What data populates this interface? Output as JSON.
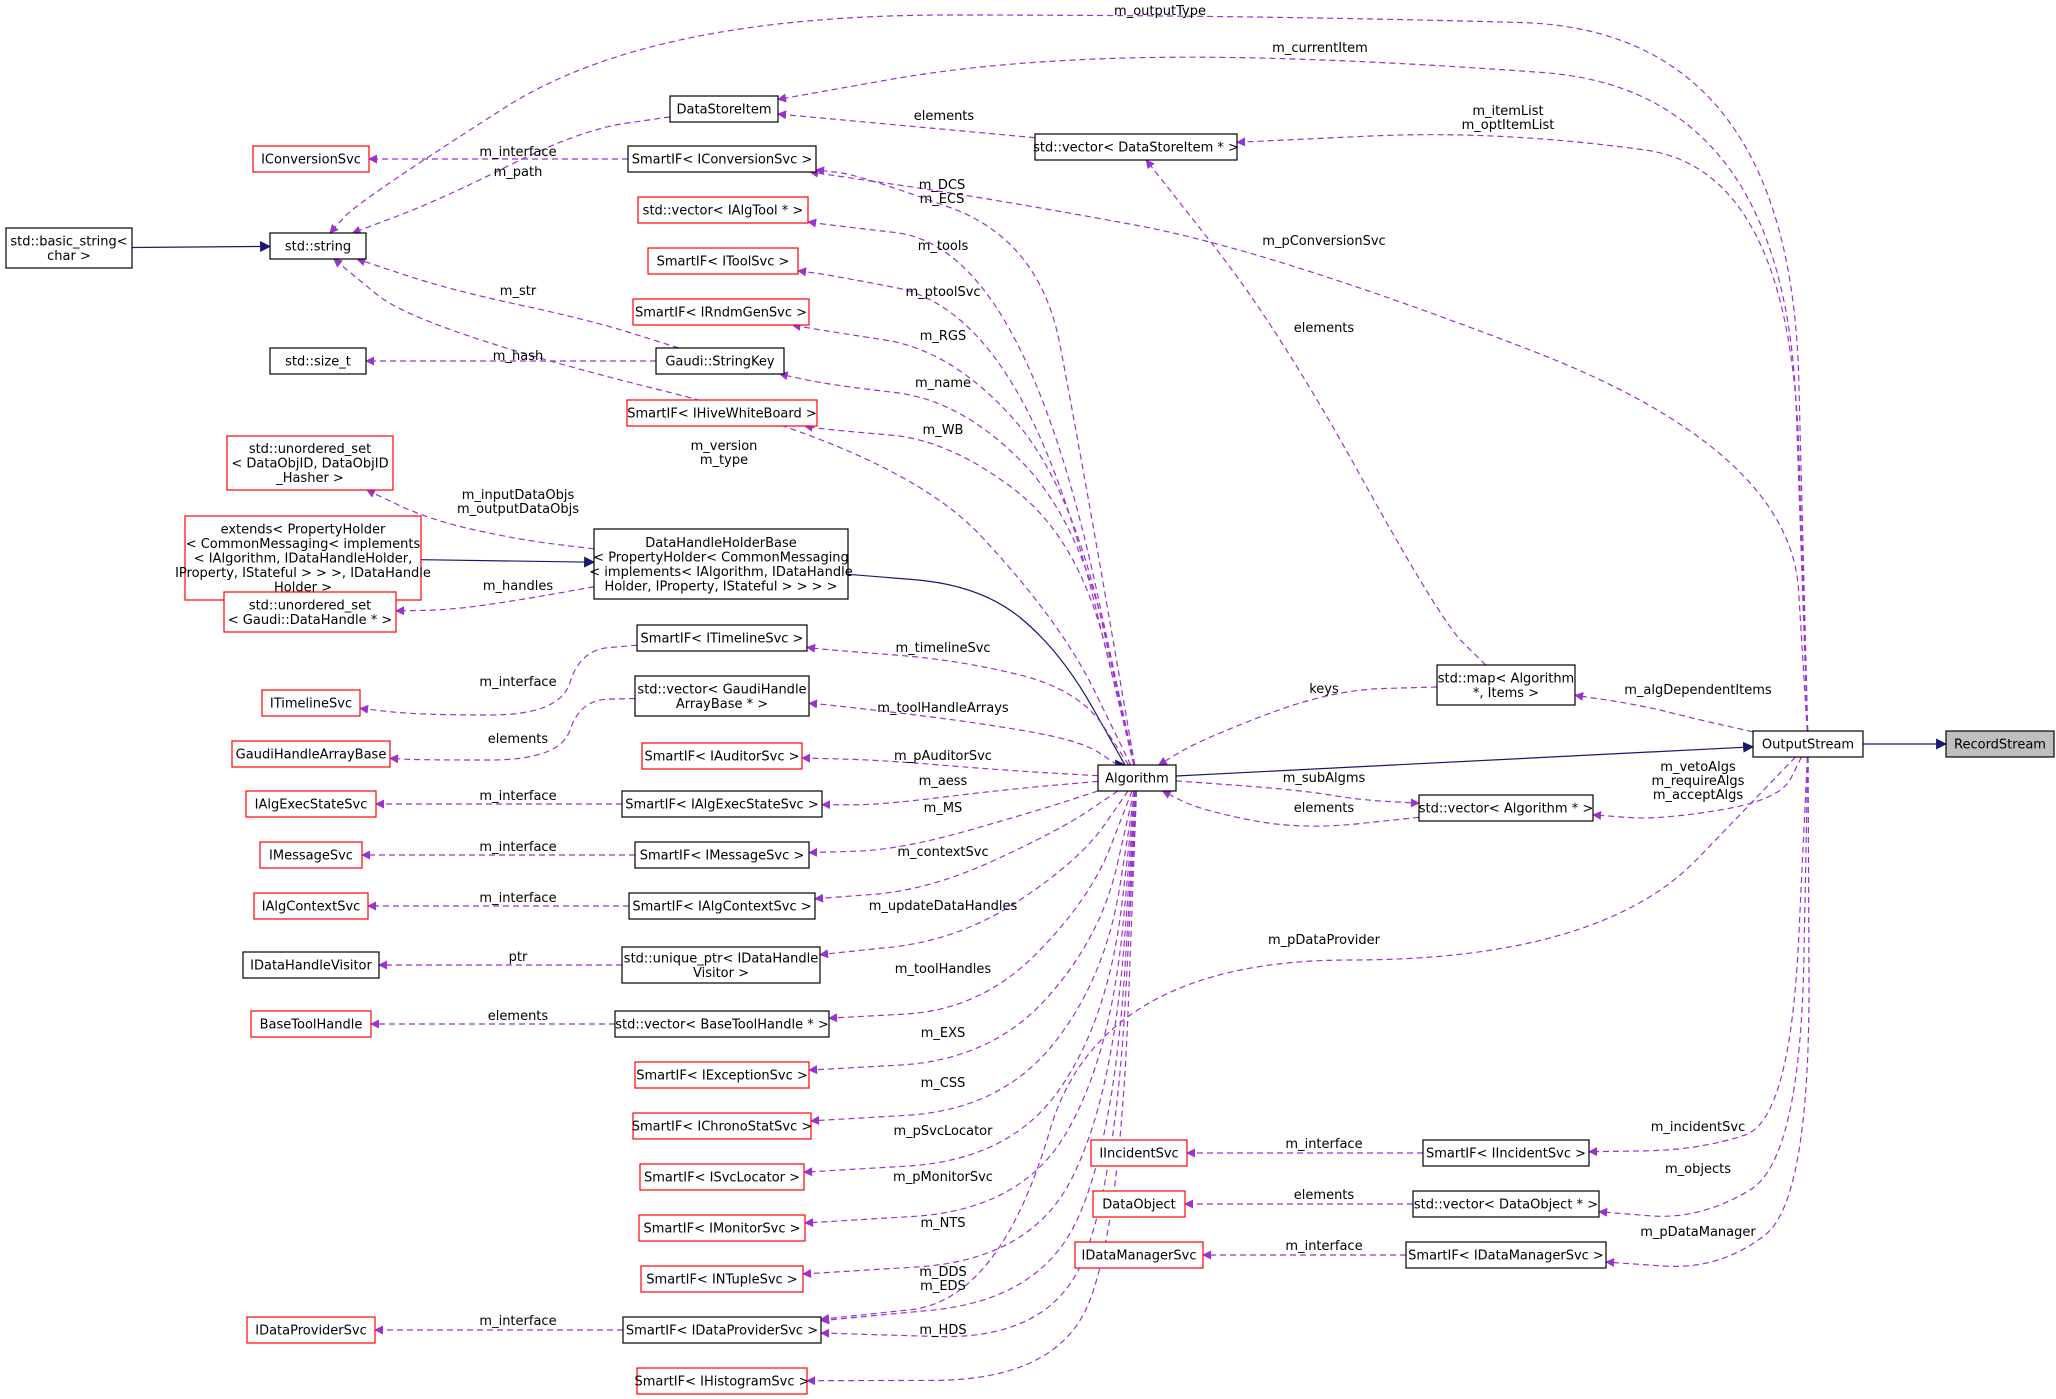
{
  "colors": {
    "usage_edge": "#9a32cd",
    "inherit_edge": "#191970",
    "normal_border": "#000000",
    "undocumented_border": "#ff0000",
    "focus_fill": "#bfbfbf"
  },
  "nodes": [
    {
      "id": "record_stream",
      "lines": [
        "RecordStream"
      ],
      "style": "focus"
    },
    {
      "id": "output_stream",
      "lines": [
        "OutputStream"
      ],
      "style": "normal"
    },
    {
      "id": "algorithm",
      "lines": [
        "Algorithm"
      ],
      "style": "normal"
    },
    {
      "id": "data_handle_holder_base",
      "lines": [
        "DataHandleHolderBase",
        "< PropertyHolder< CommonMessaging",
        "< implements< IAlgorithm, IDataHandle",
        "Holder, IProperty, IStateful > > > >"
      ],
      "style": "normal"
    },
    {
      "id": "extends_property_holder",
      "lines": [
        "extends< PropertyHolder",
        "< CommonMessaging< implements",
        "< IAlgorithm, IDataHandleHolder,",
        "IProperty, IStateful > > >, IDataHandle",
        "Holder >"
      ],
      "style": "undocumented"
    },
    {
      "id": "data_store_item",
      "lines": [
        "DataStoreItem"
      ],
      "style": "normal"
    },
    {
      "id": "std_string",
      "lines": [
        "std::string"
      ],
      "style": "normal"
    },
    {
      "id": "std_basic_string",
      "lines": [
        "std::basic_string<",
        "char >"
      ],
      "style": "normal"
    },
    {
      "id": "iconversion_svc",
      "lines": [
        "IConversionSvc"
      ],
      "style": "undocumented"
    },
    {
      "id": "smartif_iconversion_svc",
      "lines": [
        "SmartIF< IConversionSvc >"
      ],
      "style": "normal"
    },
    {
      "id": "vector_datastoreitem",
      "lines": [
        "std::vector< DataStoreItem * >"
      ],
      "style": "normal"
    },
    {
      "id": "vector_ialgtool",
      "lines": [
        "std::vector< IAlgTool * >"
      ],
      "style": "undocumented"
    },
    {
      "id": "smartif_itoolsvc",
      "lines": [
        "SmartIF< IToolSvc >"
      ],
      "style": "undocumented"
    },
    {
      "id": "smartif_irndmgensvc",
      "lines": [
        "SmartIF< IRndmGenSvc >"
      ],
      "style": "undocumented"
    },
    {
      "id": "std_size_t",
      "lines": [
        "std::size_t"
      ],
      "style": "normal"
    },
    {
      "id": "gaudi_stringkey",
      "lines": [
        "Gaudi::StringKey"
      ],
      "style": "normal"
    },
    {
      "id": "smartif_ihivewhiteboard",
      "lines": [
        "SmartIF< IHiveWhiteBoard >"
      ],
      "style": "undocumented"
    },
    {
      "id": "unordered_set_dataobjid",
      "lines": [
        "std::unordered_set",
        "< DataObjID, DataObjID",
        "_Hasher >"
      ],
      "style": "undocumented"
    },
    {
      "id": "unordered_set_datahandle",
      "lines": [
        "std::unordered_set",
        "< Gaudi::DataHandle * >"
      ],
      "style": "undocumented"
    },
    {
      "id": "smartif_itimelinesvc",
      "lines": [
        "SmartIF< ITimelineSvc >"
      ],
      "style": "normal"
    },
    {
      "id": "itimelinesvc",
      "lines": [
        "ITimelineSvc"
      ],
      "style": "undocumented"
    },
    {
      "id": "vector_gaudihandlearraybase",
      "lines": [
        "std::vector< GaudiHandle",
        "ArrayBase * >"
      ],
      "style": "normal"
    },
    {
      "id": "gaudihandlearraybase",
      "lines": [
        "GaudiHandleArrayBase"
      ],
      "style": "undocumented"
    },
    {
      "id": "smartif_iauditorsvc",
      "lines": [
        "SmartIF< IAuditorSvc >"
      ],
      "style": "undocumented"
    },
    {
      "id": "ialgexecstatesvc",
      "lines": [
        "IAlgExecStateSvc"
      ],
      "style": "undocumented"
    },
    {
      "id": "smartif_ialgexecstatesvc",
      "lines": [
        "SmartIF< IAlgExecStateSvc >"
      ],
      "style": "normal"
    },
    {
      "id": "imessagesvc",
      "lines": [
        "IMessageSvc"
      ],
      "style": "undocumented"
    },
    {
      "id": "smartif_imessagesvc",
      "lines": [
        "SmartIF< IMessageSvc >"
      ],
      "style": "normal"
    },
    {
      "id": "ialgcontextsvc",
      "lines": [
        "IAlgContextSvc"
      ],
      "style": "undocumented"
    },
    {
      "id": "smartif_ialgcontextsvc",
      "lines": [
        "SmartIF< IAlgContextSvc >"
      ],
      "style": "normal"
    },
    {
      "id": "idatahandlevisitor",
      "lines": [
        "IDataHandleVisitor"
      ],
      "style": "normal"
    },
    {
      "id": "unique_ptr_idatahandlevisitor",
      "lines": [
        "std::unique_ptr< IDataHandle",
        "Visitor >"
      ],
      "style": "normal"
    },
    {
      "id": "basetoolhandle",
      "lines": [
        "BaseToolHandle"
      ],
      "style": "undocumented"
    },
    {
      "id": "vector_basetoolhandle",
      "lines": [
        "std::vector< BaseToolHandle * >"
      ],
      "style": "normal"
    },
    {
      "id": "smartif_iexceptionsvc",
      "lines": [
        "SmartIF< IExceptionSvc >"
      ],
      "style": "undocumented"
    },
    {
      "id": "smartif_ichronostatsvc",
      "lines": [
        "SmartIF< IChronoStatSvc >"
      ],
      "style": "undocumented"
    },
    {
      "id": "smartif_isvclocator",
      "lines": [
        "SmartIF< ISvcLocator >"
      ],
      "style": "undocumented"
    },
    {
      "id": "smartif_imonitorsvc",
      "lines": [
        "SmartIF< IMonitorSvc >"
      ],
      "style": "undocumented"
    },
    {
      "id": "smartif_intuplesvc",
      "lines": [
        "SmartIF< INTupleSvc >"
      ],
      "style": "undocumented"
    },
    {
      "id": "idataprovidersvc",
      "lines": [
        "IDataProviderSvc"
      ],
      "style": "undocumented"
    },
    {
      "id": "smartif_idataprovidersvc",
      "lines": [
        "SmartIF< IDataProviderSvc >"
      ],
      "style": "normal"
    },
    {
      "id": "smartif_ihistogramsvc",
      "lines": [
        "SmartIF< IHistogramSvc >"
      ],
      "style": "undocumented"
    },
    {
      "id": "map_algorithm_items",
      "lines": [
        "std::map< Algorithm",
        "*, Items >"
      ],
      "style": "normal"
    },
    {
      "id": "vector_algorithm",
      "lines": [
        "std::vector< Algorithm * >"
      ],
      "style": "normal"
    },
    {
      "id": "iincidentsvc",
      "lines": [
        "IIncidentSvc"
      ],
      "style": "undocumented"
    },
    {
      "id": "smartif_iincidentsvc",
      "lines": [
        "SmartIF< IIncidentSvc >"
      ],
      "style": "normal"
    },
    {
      "id": "dataobject",
      "lines": [
        "DataObject"
      ],
      "style": "undocumented"
    },
    {
      "id": "vector_dataobject",
      "lines": [
        "std::vector< DataObject * >"
      ],
      "style": "normal"
    },
    {
      "id": "idatamanagersvc",
      "lines": [
        "IDataManagerSvc"
      ],
      "style": "undocumented"
    },
    {
      "id": "smartif_idatamanagersvc",
      "lines": [
        "SmartIF< IDataManagerSvc >"
      ],
      "style": "normal"
    }
  ],
  "edge_labels": [
    {
      "id": "output_type",
      "lines": [
        "m_outputType"
      ]
    },
    {
      "id": "current_item",
      "lines": [
        "m_currentItem"
      ]
    },
    {
      "id": "item_list",
      "lines": [
        "m_itemList",
        "m_optItemList"
      ]
    },
    {
      "id": "elements_datastore",
      "lines": [
        "elements"
      ]
    },
    {
      "id": "interface_conversion",
      "lines": [
        "m_interface"
      ]
    },
    {
      "id": "path",
      "lines": [
        "m_path"
      ]
    },
    {
      "id": "dcs_ecs",
      "lines": [
        "m_DCS",
        "m_ECS"
      ]
    },
    {
      "id": "p_conversion_svc",
      "lines": [
        "m_pConversionSvc"
      ]
    },
    {
      "id": "tools",
      "lines": [
        "m_tools"
      ]
    },
    {
      "id": "ptool_svc",
      "lines": [
        "m_ptoolSvc"
      ]
    },
    {
      "id": "str",
      "lines": [
        "m_str"
      ]
    },
    {
      "id": "elements_map",
      "lines": [
        "elements"
      ]
    },
    {
      "id": "rgs",
      "lines": [
        "m_RGS"
      ]
    },
    {
      "id": "hash",
      "lines": [
        "m_hash"
      ]
    },
    {
      "id": "name",
      "lines": [
        "m_name"
      ]
    },
    {
      "id": "wb",
      "lines": [
        "m_WB"
      ]
    },
    {
      "id": "version_type",
      "lines": [
        "m_version",
        "m_type"
      ]
    },
    {
      "id": "input_output_data_objs",
      "lines": [
        "m_inputDataObjs",
        "m_outputDataObjs"
      ]
    },
    {
      "id": "handles",
      "lines": [
        "m_handles"
      ]
    },
    {
      "id": "timeline_svc",
      "lines": [
        "m_timelineSvc"
      ]
    },
    {
      "id": "interface_timeline",
      "lines": [
        "m_interface"
      ]
    },
    {
      "id": "keys",
      "lines": [
        "keys"
      ]
    },
    {
      "id": "alg_dependent_items",
      "lines": [
        "m_algDependentItems"
      ]
    },
    {
      "id": "tool_handle_arrays",
      "lines": [
        "m_toolHandleArrays"
      ]
    },
    {
      "id": "elements_gaudihandle",
      "lines": [
        "elements"
      ]
    },
    {
      "id": "p_auditor_svc",
      "lines": [
        "m_pAuditorSvc"
      ]
    },
    {
      "id": "aess",
      "lines": [
        "m_aess"
      ]
    },
    {
      "id": "interface_algexec",
      "lines": [
        "m_interface"
      ]
    },
    {
      "id": "sub_algms",
      "lines": [
        "m_subAlgms"
      ]
    },
    {
      "id": "elements_algorithm",
      "lines": [
        "elements"
      ]
    },
    {
      "id": "veto_require_accept",
      "lines": [
        "m_vetoAlgs",
        "m_requireAlgs",
        "m_acceptAlgs"
      ]
    },
    {
      "id": "ms",
      "lines": [
        "m_MS"
      ]
    },
    {
      "id": "interface_message",
      "lines": [
        "m_interface"
      ]
    },
    {
      "id": "context_svc",
      "lines": [
        "m_contextSvc"
      ]
    },
    {
      "id": "interface_context",
      "lines": [
        "m_interface"
      ]
    },
    {
      "id": "update_data_handles",
      "lines": [
        "m_updateDataHandles"
      ]
    },
    {
      "id": "p_data_provider",
      "lines": [
        "m_pDataProvider"
      ]
    },
    {
      "id": "ptr",
      "lines": [
        "ptr"
      ]
    },
    {
      "id": "tool_handles",
      "lines": [
        "m_toolHandles"
      ]
    },
    {
      "id": "elements_basetool",
      "lines": [
        "elements"
      ]
    },
    {
      "id": "exs",
      "lines": [
        "m_EXS"
      ]
    },
    {
      "id": "css",
      "lines": [
        "m_CSS"
      ]
    },
    {
      "id": "p_svc_locator",
      "lines": [
        "m_pSvcLocator"
      ]
    },
    {
      "id": "incident_svc",
      "lines": [
        "m_incidentSvc"
      ]
    },
    {
      "id": "interface_incident",
      "lines": [
        "m_interface"
      ]
    },
    {
      "id": "p_monitor_svc",
      "lines": [
        "m_pMonitorSvc"
      ]
    },
    {
      "id": "objects",
      "lines": [
        "m_objects"
      ]
    },
    {
      "id": "elements_dataobject",
      "lines": [
        "elements"
      ]
    },
    {
      "id": "nts",
      "lines": [
        "m_NTS"
      ]
    },
    {
      "id": "p_data_manager",
      "lines": [
        "m_pDataManager"
      ]
    },
    {
      "id": "interface_datamanager",
      "lines": [
        "m_interface"
      ]
    },
    {
      "id": "dds_eds",
      "lines": [
        "m_DDS",
        "m_EDS"
      ]
    },
    {
      "id": "interface_dataprovider",
      "lines": [
        "m_interface"
      ]
    },
    {
      "id": "hds",
      "lines": [
        "m_HDS"
      ]
    }
  ]
}
